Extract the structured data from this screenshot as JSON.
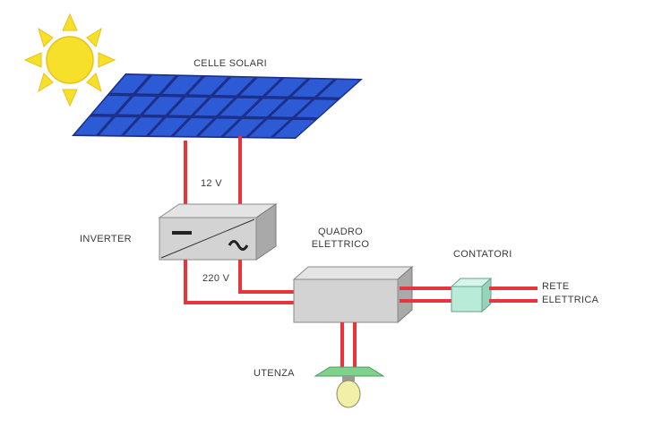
{
  "labels": {
    "solar_cells": "CELLE SOLARI",
    "voltage_dc": "12 V",
    "inverter": "INVERTER",
    "voltage_ac": "220 V",
    "panel_line1": "QUADRO",
    "panel_line2": "ELETTRICO",
    "meters": "CONTATORI",
    "grid_line1": "RETE",
    "grid_line2": "ELETTRICA",
    "user": "UTENZA"
  },
  "colors": {
    "sun": "#f7e02a",
    "panel_cell": "#2d5bd6",
    "panel_frame": "#1c2f8a",
    "wire": "#e8343c",
    "box": "#cfcfcf",
    "meter": "#b9ecd8",
    "lamp_shade": "#7fd28e",
    "bulb": "#f2f0a8"
  },
  "icons": [
    "sun-icon",
    "solar-panel-icon",
    "inverter-box",
    "electrical-panel-box",
    "meter-box",
    "lamp-icon"
  ]
}
